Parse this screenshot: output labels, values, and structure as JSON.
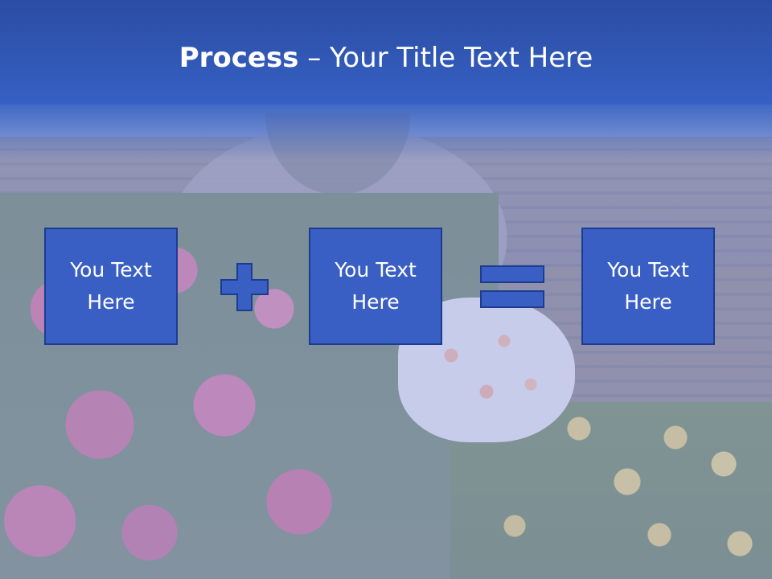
{
  "title": {
    "bold_part": "Process",
    "rest": " – Your Title Text Here"
  },
  "process": {
    "boxes": [
      {
        "line1": "You Text",
        "line2": "Here"
      },
      {
        "line1": "You Text",
        "line2": "Here"
      },
      {
        "line1": "You Text",
        "line2": "Here"
      }
    ],
    "operators": [
      "plus-icon",
      "equals-icon"
    ]
  },
  "colors": {
    "box_fill": "#3a5fc4",
    "box_border": "#1d3c8f",
    "title_band": "#3660c4"
  }
}
